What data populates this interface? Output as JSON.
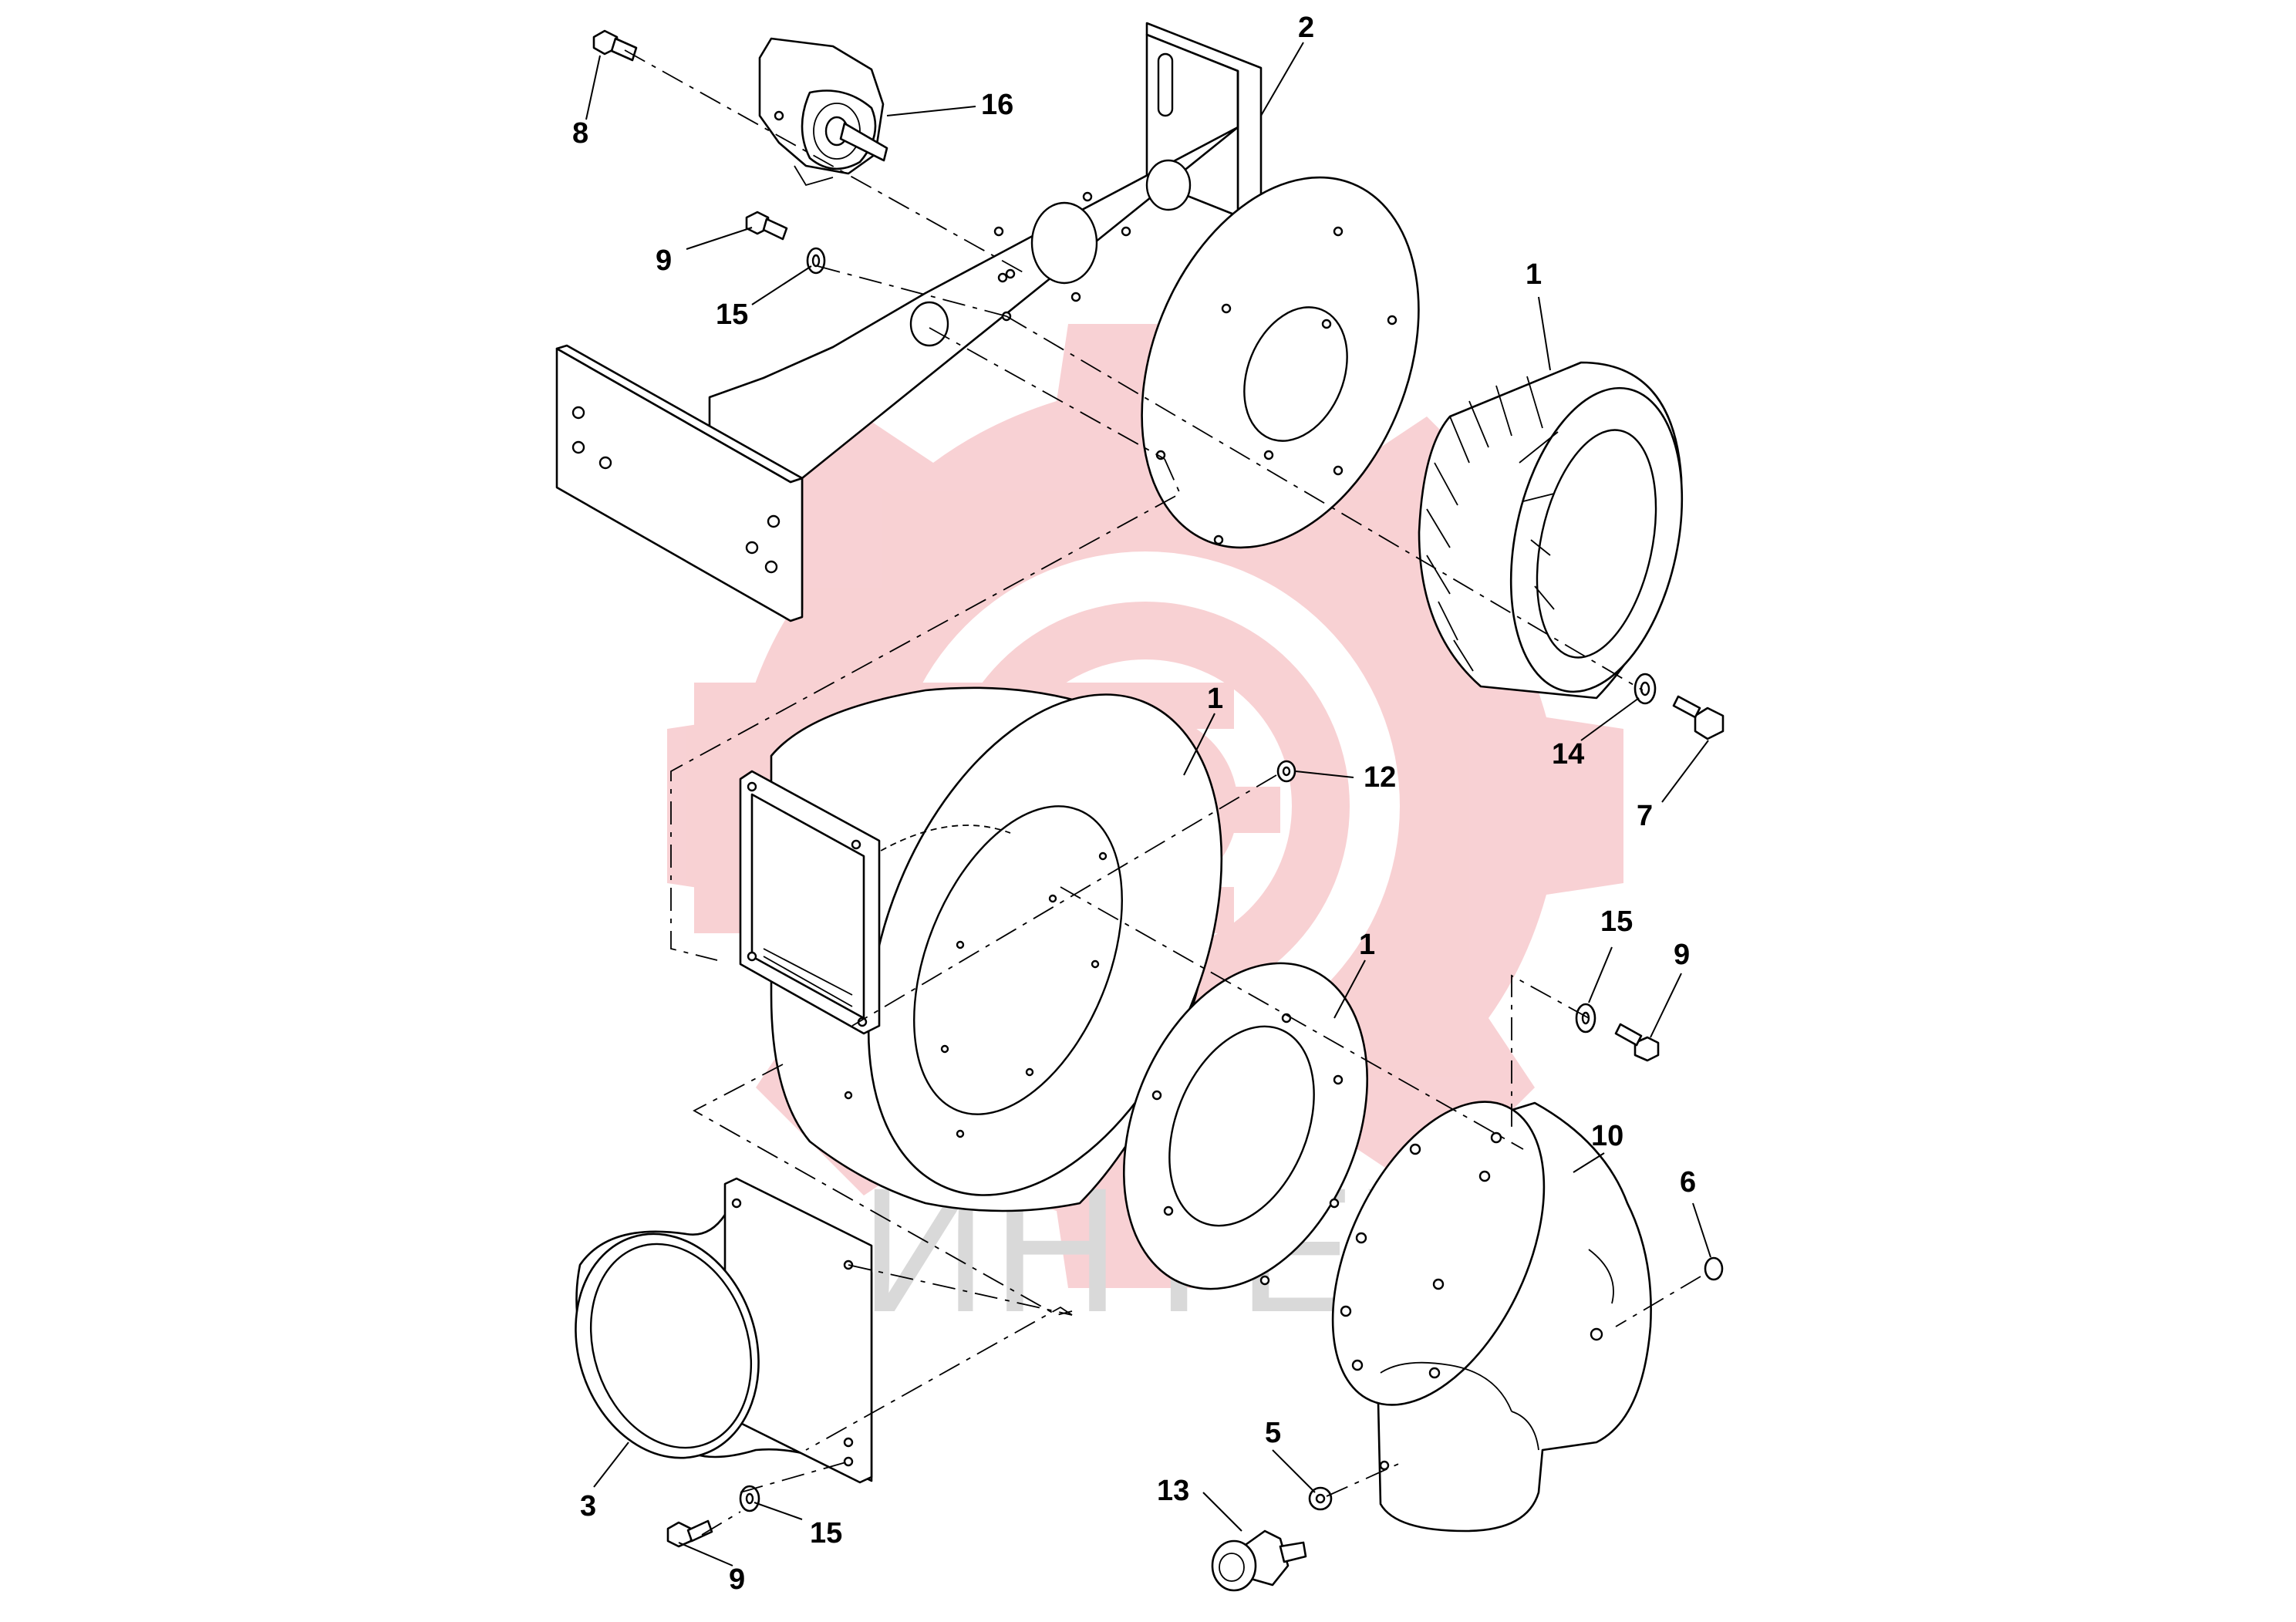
{
  "watermark": {
    "text": "ИНТЕХ",
    "gear_color": "#f7c9cc",
    "text_color": "#d9d9d9"
  },
  "callouts": {
    "motor_bracket": "2",
    "motor": "16",
    "bolt_motor": "8",
    "bolt_bracket": "9",
    "washer_bracket": "15",
    "impeller": "1",
    "washer_impeller": "14",
    "bolt_impeller": "7",
    "housing": "1",
    "nut_housing": "12",
    "gasket": "1",
    "washer_elbow": "15",
    "bolt_elbow": "9",
    "elbow": "10",
    "plug": "6",
    "inlet": "3",
    "washer_inlet": "15",
    "bolt_inlet": "9",
    "fitting": "5",
    "sensor": "13"
  }
}
